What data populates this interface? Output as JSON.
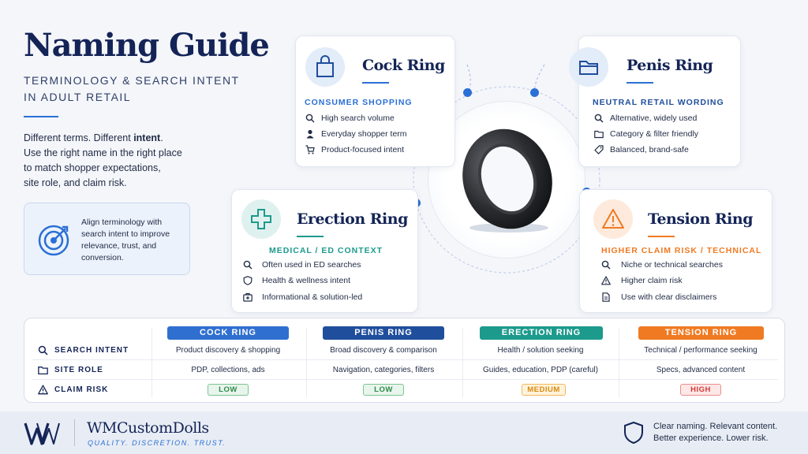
{
  "header": {
    "title": "Naming Guide",
    "subtitle_line1": "TERMINOLOGY & SEARCH INTENT",
    "subtitle_line2": "IN ADULT RETAIL"
  },
  "intro": {
    "line1a": "Different terms. Different ",
    "line1b": "intent",
    "line1c": ".",
    "line2": "Use the right name in the right place",
    "line3": "to match shopper expectations,",
    "line4": "site role, and claim risk."
  },
  "callout": {
    "icon": "target-icon",
    "text": "Align terminology with search intent to improve relevance, trust, and conversion."
  },
  "colors": {
    "blue": "#2a6fd6",
    "navy": "#1f4e9c",
    "teal": "#1c9a8c",
    "orange": "#f07a22",
    "green_badge": "#2e8a4a",
    "red_badge": "#d23b3b"
  },
  "cards": {
    "cock": {
      "title": "Cock Ring",
      "category": "CONSUMER SHOPPING",
      "icon": "shopping-bag-icon",
      "features": [
        {
          "icon": "search-icon",
          "text": "High search volume"
        },
        {
          "icon": "user-icon",
          "text": "Everyday shopper term"
        },
        {
          "icon": "cart-icon",
          "text": "Product-focused intent"
        }
      ]
    },
    "penis": {
      "title": "Penis Ring",
      "category": "NEUTRAL RETAIL WORDING",
      "icon": "folder-icon",
      "features": [
        {
          "icon": "search-icon",
          "text": "Alternative, widely used"
        },
        {
          "icon": "folder-icon",
          "text": "Category & filter friendly"
        },
        {
          "icon": "tag-icon",
          "text": "Balanced, brand-safe"
        }
      ]
    },
    "erection": {
      "title": "Erection Ring",
      "category": "MEDICAL / ED CONTEXT",
      "icon": "medical-cross-icon",
      "features": [
        {
          "icon": "search-icon",
          "text": "Often used in ED searches"
        },
        {
          "icon": "shield-icon",
          "text": "Health & wellness intent"
        },
        {
          "icon": "first-aid-icon",
          "text": "Informational & solution-led"
        }
      ]
    },
    "tension": {
      "title": "Tension Ring",
      "category": "HIGHER CLAIM RISK / TECHNICAL",
      "icon": "warning-icon",
      "features": [
        {
          "icon": "search-icon",
          "text": "Niche or technical searches"
        },
        {
          "icon": "warning-icon",
          "text": "Higher claim risk"
        },
        {
          "icon": "document-icon",
          "text": "Use with clear disclaimers"
        }
      ]
    }
  },
  "table": {
    "columns": [
      "COCK RING",
      "PENIS RING",
      "ERECTION RING",
      "TENSION RING"
    ],
    "rows": [
      {
        "label": "SEARCH INTENT",
        "icon": "search-icon",
        "cells": [
          "Product discovery & shopping",
          "Broad discovery & comparison",
          "Health / solution seeking",
          "Technical / performance seeking"
        ]
      },
      {
        "label": "SITE ROLE",
        "icon": "folder-icon",
        "cells": [
          "PDP, collections, ads",
          "Navigation, categories, filters",
          "Guides, education, PDP (careful)",
          "Specs, advanced content"
        ]
      },
      {
        "label": "CLAIM RISK",
        "icon": "warning-icon",
        "cells": [
          "LOW",
          "LOW",
          "MEDIUM",
          "HIGH"
        ]
      }
    ]
  },
  "footer": {
    "brand": "WMCustomDolls",
    "tagline": "QUALITY. DISCRETION. TRUST.",
    "slogan_line1": "Clear naming. Relevant content.",
    "slogan_line2": "Better experience. Lower risk."
  }
}
